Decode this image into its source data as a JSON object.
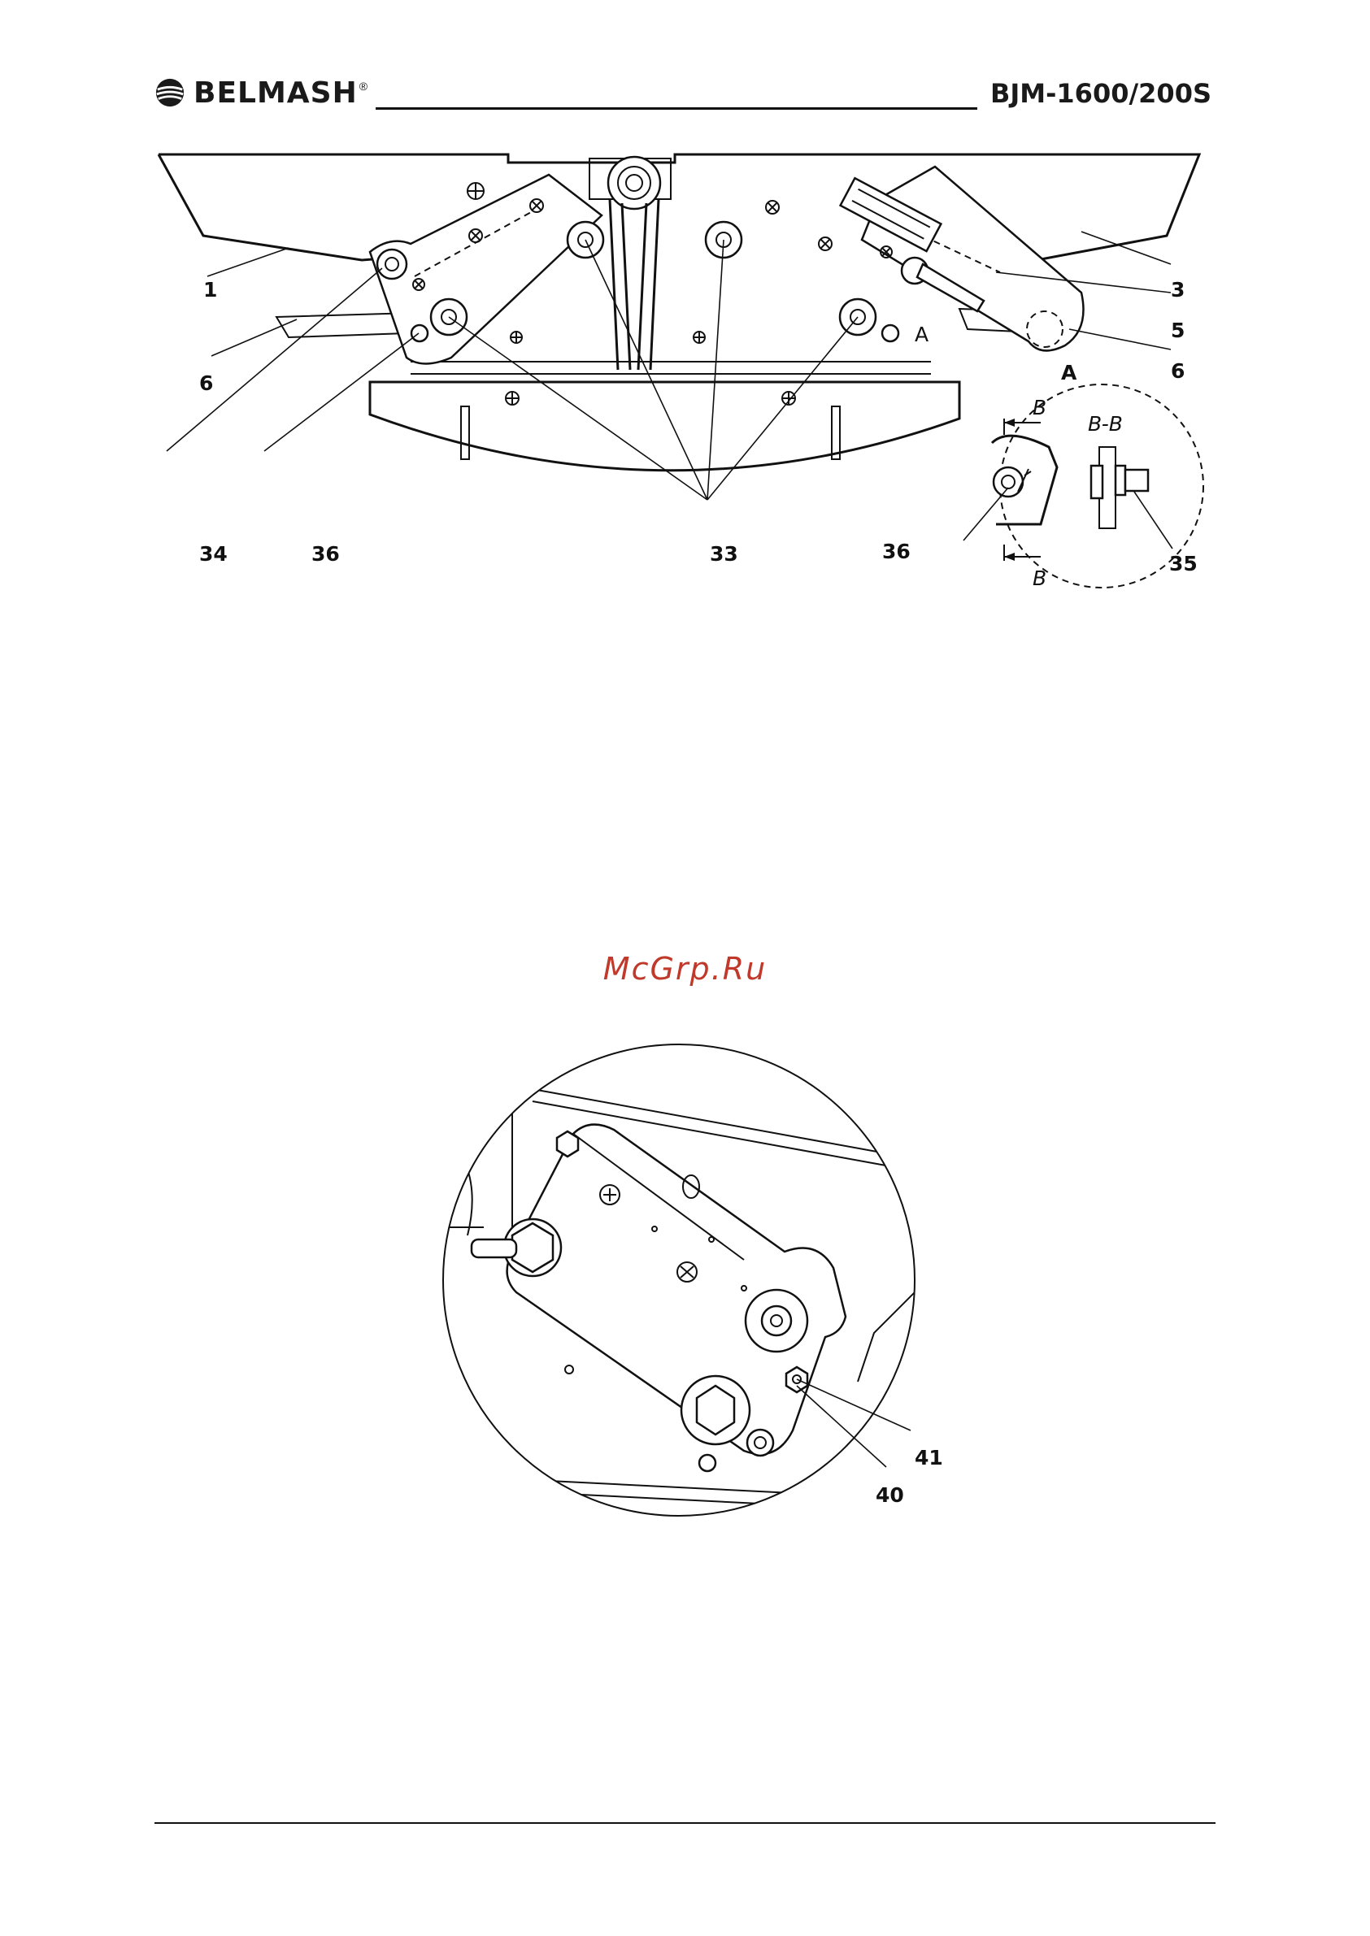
{
  "header": {
    "brand": "BELMASH",
    "brand_mark": "registered",
    "model": "BJM-1600/200S"
  },
  "watermark": "McGrp.Ru",
  "figure_top": {
    "callouts": [
      "1",
      "3",
      "5",
      "6",
      "6",
      "34",
      "36",
      "33"
    ],
    "detail_label": "A",
    "detail_title": "A",
    "section_mark": "B",
    "section_mark_2": "B",
    "section_title": "B-B",
    "detail_callouts": [
      "36",
      "35"
    ]
  },
  "figure_bottom": {
    "callouts": [
      "41",
      "40"
    ]
  }
}
